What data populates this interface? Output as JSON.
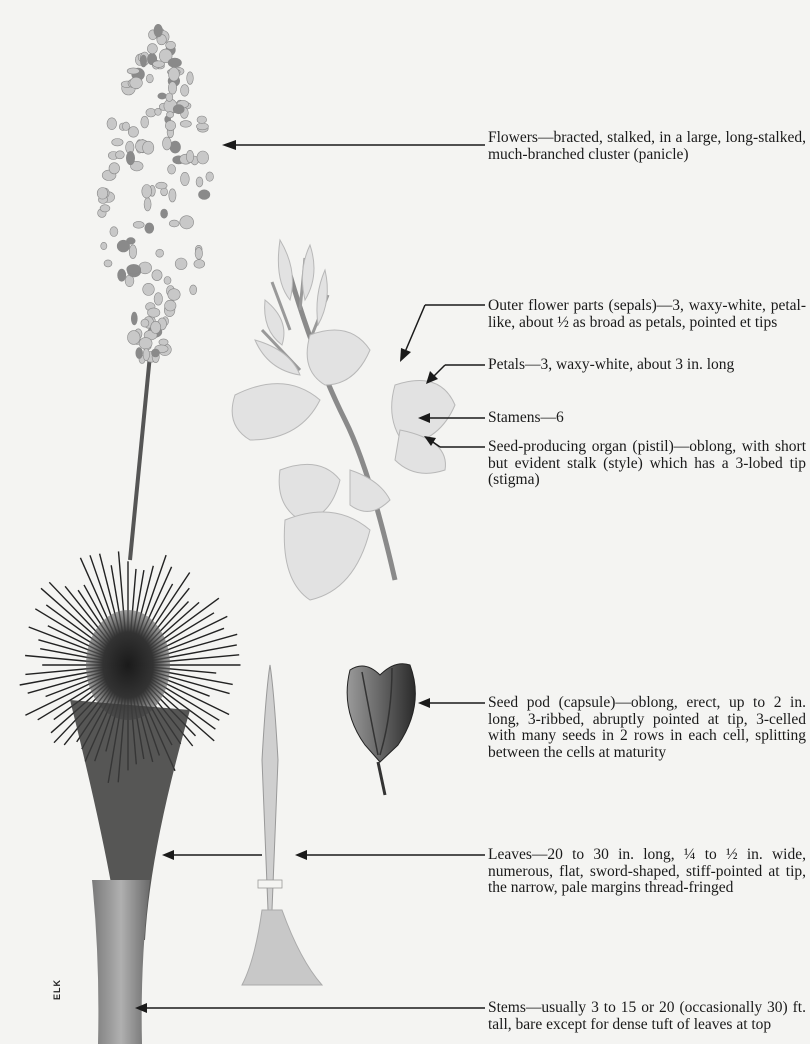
{
  "callouts": {
    "flowers": "Flowers—bracted, stalked, in a large, long-stalked, much-branched cluster (panicle)",
    "sepals": "Outer flower parts (sepals)—3, waxy-white, petal-like, about ½ as broad as petals, pointed et tips",
    "petals": "Petals—3, waxy-white, about 3 in. long",
    "stamens": "Stamens—6",
    "pistil": "Seed-producing organ (pistil)—oblong, with short but evident stalk (style) which has a 3-lobed tip (stigma)",
    "seed_pod": "Seed pod (capsule)—oblong, erect, up to 2 in. long, 3-ribbed, abruptly pointed at tip, 3-celled with many seeds in 2 rows in each cell, splitting between the cells at maturity",
    "leaves": "Leaves—20 to 30 in. long, ¼ to ½ in. wide, numerous, flat, sword-shaped, stiff-pointed at tip, the narrow, pale margins thread-fringed",
    "stems": "Stems—usually 3 to 15 or 20 (occasionally 30) ft. tall, bare except for dense tuft of leaves at top"
  },
  "artist_mark": "ELK",
  "colors": {
    "paper": "#f4f4f2",
    "ink": "#1a1a1a",
    "foliage_dark": "#2a2a2a",
    "flower_gray": "#bdbdbd"
  }
}
